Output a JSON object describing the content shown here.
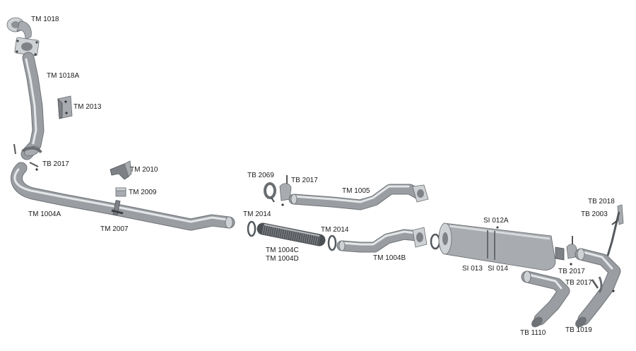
{
  "labels": {
    "tm1018": "TM 1018",
    "tm1018a": "TM 1018A",
    "tm2013": "TM 2013",
    "tb2017_a": "TB 2017",
    "tm2010": "TM 2010",
    "tm2009": "TM 2009",
    "tm1004a": "TM 1004A",
    "tm2007": "TM 2007",
    "tb2069": "TB 2069",
    "tb2017_b": "TB 2017",
    "tm1005": "TM 1005",
    "tm2014_a": "TM 2014",
    "tm2014_b": "TM 2014",
    "tm1004c": "TM 1004C",
    "tm1004d": "TM 1004D",
    "tm1004b": "TM 1004B",
    "si012a": "SI 012A",
    "si013": "SI 013",
    "si014": "SI 014",
    "tb2018": "TB 2018",
    "tb2003": "TB 2003",
    "tb2017_c": "TB 2017",
    "tb2017_d": "TB 2017",
    "tb1110": "TB 1110",
    "tb1019": "TB 1019"
  }
}
